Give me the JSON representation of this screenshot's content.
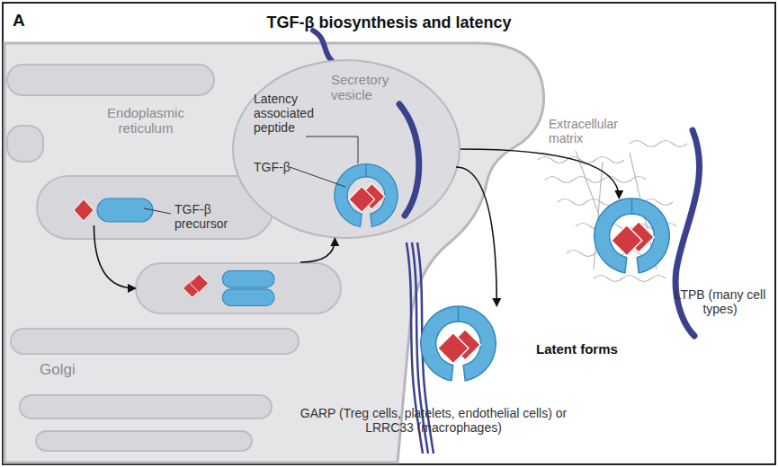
{
  "diagram": {
    "title": "TGF-β biosynthesis and latency",
    "nodes": [
      {
        "text": [
          "Endoplasmic reticulum"
        ]
      },
      {
        "text": [
          "TGF-β precursor"
        ],
        "in": 0
      },
      {
        "text": [
          "Golgi"
        ]
      },
      {
        "text": [
          "Secretory vesicle",
          "Latency associated peptide",
          "TGF-β"
        ]
      },
      {
        "text": [
          "Extracellular matrix"
        ]
      },
      {
        "text": [
          "LTPB (many cell types)"
        ],
        "in": 4
      },
      {
        "text": [
          "GARP (Treg cells, platelets, endothelial cells) or LRRC33 (macrophages)"
        ]
      }
    ],
    "edges": [
      {
        "from": 1,
        "to": 2,
        "arrow": "to"
      },
      {
        "from": 2,
        "to": 3,
        "arrow": "to"
      },
      {
        "from": 3,
        "to": 5,
        "arrow": "to"
      },
      {
        "from": 3,
        "to": 6,
        "arrow": "to"
      }
    ],
    "labels": [
      "A",
      "Latent forms"
    ]
  }
}
